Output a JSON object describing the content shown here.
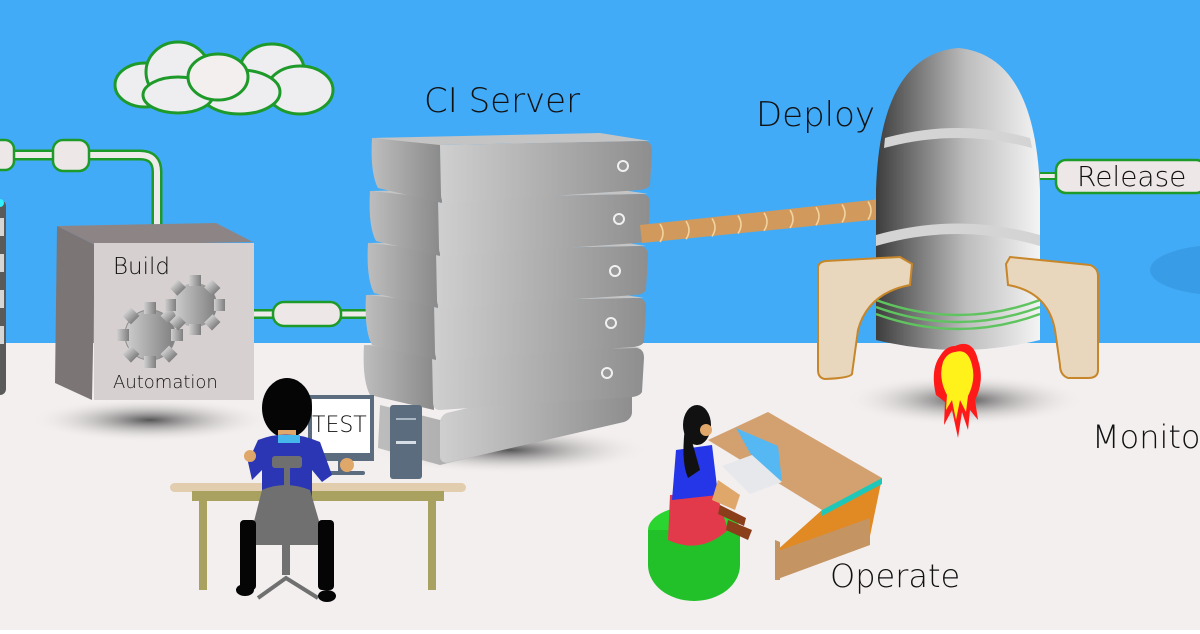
{
  "scene": {
    "title": "CI/CD pipeline illustration",
    "colors": {
      "sky": "#42ABF7",
      "ground": "#F3EFEF",
      "pipe_outline": "#1E9A2A",
      "pipe_fill": "#EFEBEB",
      "server_gray": "#A8A8A8",
      "rocket_leg": "#E8D7BC",
      "flame_outer": "#FF1A1A",
      "flame_inner": "#FFF21A",
      "stool_green": "#2BCF2B"
    }
  },
  "labels": {
    "ci_server": "CI Server",
    "deploy": "Deploy",
    "release": "Release",
    "build": "Build",
    "automation": "Automation",
    "test": "TEST",
    "operate": "Operate",
    "monitor": "Monito"
  }
}
